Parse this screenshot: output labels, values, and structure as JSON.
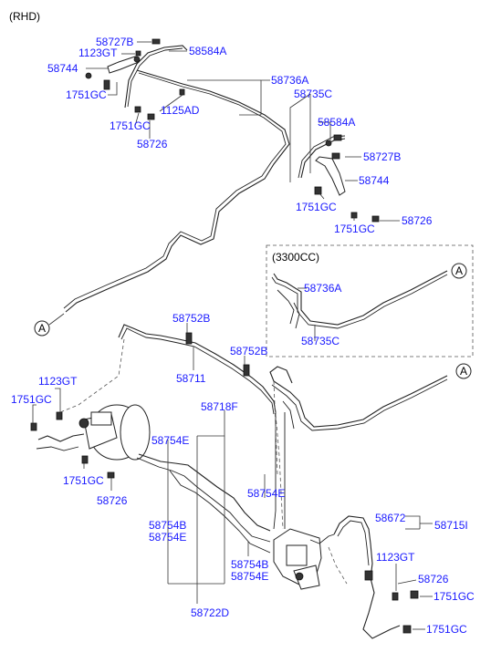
{
  "header": {
    "rhd": "(RHD)",
    "engine": "(3300CC)"
  },
  "labels": {
    "l58727B_a": "58727B",
    "l1123GT_a": "1123GT",
    "l58584A_a": "58584A",
    "l58744_a": "58744",
    "l58736A_a": "58736A",
    "l1751GC_a": "1751GC",
    "l1125AD": "1125AD",
    "l1751GC_b": "1751GC",
    "l58726_a": "58726",
    "l58735C_a": "58735C",
    "l58584A_b": "58584A",
    "l58727B_b": "58727B",
    "l58744_b": "58744",
    "l1751GC_c": "1751GC",
    "l1751GC_d": "1751GC",
    "l58726_b": "58726",
    "l58736A_b": "58736A",
    "l58735C_b": "58735C",
    "l58752B_a": "58752B",
    "l58752B_b": "58752B",
    "l58711": "58711",
    "l1123GT_b": "1123GT",
    "l1751GC_e": "1751GC",
    "l58718F": "58718F",
    "l58754E_a": "58754E",
    "l1751GC_f": "1751GC",
    "l58726_c": "58726",
    "l58754E_b": "58754E",
    "l58754B_a": "58754B",
    "l58754E_c": "58754E",
    "l58754B_b": "58754B",
    "l58754E_d": "58754E",
    "l58722D": "58722D",
    "l58672": "58672",
    "l58715I": "58715I",
    "l1123GT_c": "1123GT",
    "l58726_d": "58726",
    "l1751GC_g": "1751GC",
    "l1751GC_h": "1751GC"
  },
  "markers": {
    "a1": "A",
    "a2": "A",
    "a3": "A"
  }
}
